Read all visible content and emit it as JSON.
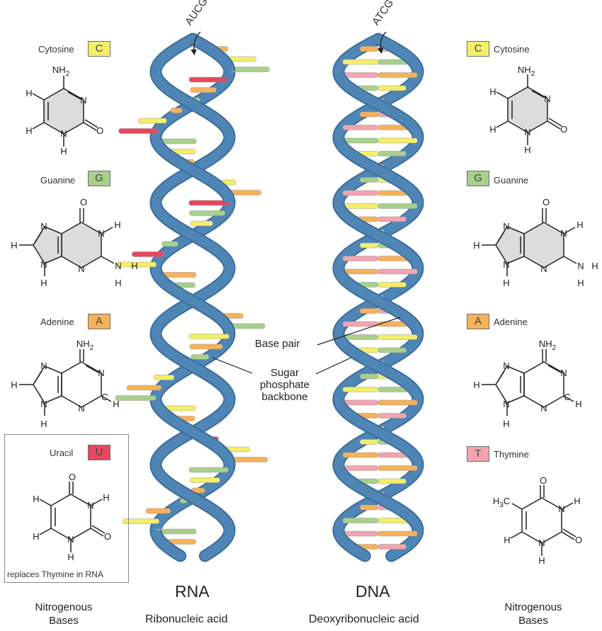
{
  "colors": {
    "cytosine": "#f4ee6a",
    "guanine": "#a8d08d",
    "adenine": "#f6b25a",
    "uracil": "#e8475f",
    "thymine": "#f3a4ae",
    "backbone": "#4f86b6",
    "backbone_dark": "#3b6e9c",
    "ring_fill": "#dcdcdc"
  },
  "left_bases": [
    {
      "name": "Cytosine",
      "letter": "C",
      "color": "cytosine"
    },
    {
      "name": "Guanine",
      "letter": "G",
      "color": "guanine"
    },
    {
      "name": "Adenine",
      "letter": "A",
      "color": "adenine"
    },
    {
      "name": "Uracil",
      "letter": "U",
      "color": "uracil"
    }
  ],
  "right_bases": [
    {
      "name": "Cytosine",
      "letter": "C",
      "color": "cytosine"
    },
    {
      "name": "Guanine",
      "letter": "G",
      "color": "guanine"
    },
    {
      "name": "Adenine",
      "letter": "A",
      "color": "adenine"
    },
    {
      "name": "Thymine",
      "letter": "T",
      "color": "thymine"
    }
  ],
  "uracil_note": "replaces Thymine in RNA",
  "rna": {
    "top_label": "AUCG's",
    "title": "RNA",
    "subtitle": "Ribonucleic acid"
  },
  "dna": {
    "top_label": "ATCG's",
    "title": "DNA",
    "subtitle": "Deoxyribonucleic acid"
  },
  "annotations": {
    "base_pair": "Base pair",
    "backbone": [
      "Sugar",
      "phosphate",
      "backbone"
    ]
  },
  "nitrogenous_bases": [
    "Nitrogenous",
    "Bases"
  ],
  "atoms": {
    "N": "N",
    "H": "H",
    "O": "O",
    "C": "C",
    "NH2": "NH",
    "sub2": "2",
    "H3C": "H",
    "sub3": "3"
  },
  "rna_rungs": [
    "adenine",
    "cytosine",
    "guanine",
    "uracil",
    "adenine",
    "guanine",
    "adenine",
    "cytosine",
    "uracil",
    "guanine",
    "cytosine",
    "adenine",
    "guanine",
    "cytosine",
    "adenine",
    "uracil",
    "guanine",
    "cytosine",
    "adenine",
    "guanine",
    "uracil",
    "cytosine",
    "adenine",
    "guanine",
    "cytosine",
    "uracil",
    "adenine",
    "guanine",
    "cytosine",
    "adenine",
    "guanine",
    "uracil",
    "cytosine",
    "adenine",
    "guanine",
    "cytosine",
    "adenine",
    "guanine",
    "uracil",
    "cytosine",
    "adenine",
    "guanine",
    "cytosine",
    "adenine",
    "guanine",
    "adenine",
    "cytosine",
    "guanine",
    "adenine",
    "cytosine",
    "adenine",
    "guanine",
    "adenine"
  ],
  "dna_pairs": [
    [
      "adenine",
      "thymine"
    ],
    [
      "cytosine",
      "guanine"
    ],
    [
      "thymine",
      "adenine"
    ],
    [
      "guanine",
      "cytosine"
    ],
    [
      "cytosine",
      "guanine"
    ],
    [
      "adenine",
      "thymine"
    ],
    [
      "thymine",
      "adenine"
    ],
    [
      "guanine",
      "cytosine"
    ],
    [
      "cytosine",
      "guanine"
    ],
    [
      "adenine",
      "thymine"
    ],
    [
      "guanine",
      "cytosine"
    ],
    [
      "thymine",
      "adenine"
    ],
    [
      "cytosine",
      "guanine"
    ],
    [
      "adenine",
      "thymine"
    ],
    [
      "guanine",
      "cytosine"
    ],
    [
      "cytosine",
      "guanine"
    ],
    [
      "thymine",
      "adenine"
    ],
    [
      "adenine",
      "thymine"
    ],
    [
      "guanine",
      "cytosine"
    ],
    [
      "cytosine",
      "guanine"
    ],
    [
      "adenine",
      "thymine"
    ],
    [
      "thymine",
      "adenine"
    ],
    [
      "guanine",
      "cytosine"
    ],
    [
      "cytosine",
      "guanine"
    ],
    [
      "adenine",
      "thymine"
    ],
    [
      "guanine",
      "cytosine"
    ],
    [
      "cytosine",
      "guanine"
    ],
    [
      "thymine",
      "adenine"
    ],
    [
      "adenine",
      "thymine"
    ],
    [
      "guanine",
      "cytosine"
    ],
    [
      "cytosine",
      "guanine"
    ],
    [
      "adenine",
      "thymine"
    ],
    [
      "thymine",
      "adenine"
    ],
    [
      "guanine",
      "cytosine"
    ],
    [
      "cytosine",
      "guanine"
    ],
    [
      "adenine",
      "thymine"
    ],
    [
      "guanine",
      "cytosine"
    ],
    [
      "thymine",
      "adenine"
    ]
  ]
}
